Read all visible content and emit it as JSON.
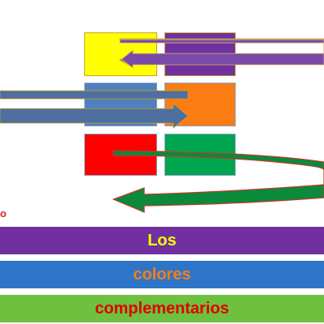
{
  "colors": {
    "yellow": "#ffff00",
    "purple": "#7030a0",
    "steel_blue": "#4f81bd",
    "orange": "#fa7d14",
    "red": "#ff0000",
    "green": "#00a550",
    "box_border": "#c9a227",
    "arrow_purple": "#7a4aa8",
    "arrow_blue": "#4f6fa0",
    "arrow_green": "#0a8a3a",
    "arrow_green_outline": "#c0392b"
  },
  "boxes": [
    {
      "id": "yellow",
      "color": "yellow"
    },
    {
      "id": "purple",
      "color": "purple"
    },
    {
      "id": "blue",
      "color": "steel_blue"
    },
    {
      "id": "orange",
      "color": "orange"
    },
    {
      "id": "red",
      "color": "red"
    },
    {
      "id": "green",
      "color": "green"
    }
  ],
  "bands": [
    {
      "text": "Los",
      "bg": "#7030a0",
      "fg": "#ffff00"
    },
    {
      "text": "colores",
      "bg": "#2e75c8",
      "fg": "#fa7d14"
    },
    {
      "text": "complementarios",
      "bg": "#70c040",
      "fg": "#e00000"
    }
  ],
  "red_mark": "o"
}
